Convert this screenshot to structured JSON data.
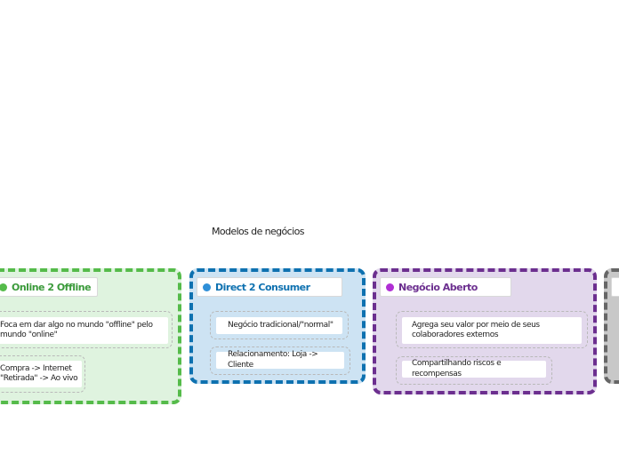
{
  "diagram": {
    "root_title": "Modelos de negócios",
    "nodes": [
      {
        "title": "Online 2 Offline",
        "color": "#55bb4a",
        "items": [
          "Foca em dar algo no mundo \"offline\" pelo mundo \"online\"",
          "Compra -> Internet \"Retirada\" -> Ao vivo"
        ]
      },
      {
        "title": "Direct 2 Consumer",
        "color": "#0e71b0",
        "items": [
          "Negócio tradicional/\"normal\"",
          "Relacionamento: Loja -> Cliente"
        ]
      },
      {
        "title": "Negócio Aberto",
        "color": "#6c2f8f",
        "items": [
          "Agrega seu valor por meio de seus colaboradores externos",
          "Compartilhando riscos e recompensas"
        ]
      }
    ],
    "cut_node_color": "#666666"
  }
}
